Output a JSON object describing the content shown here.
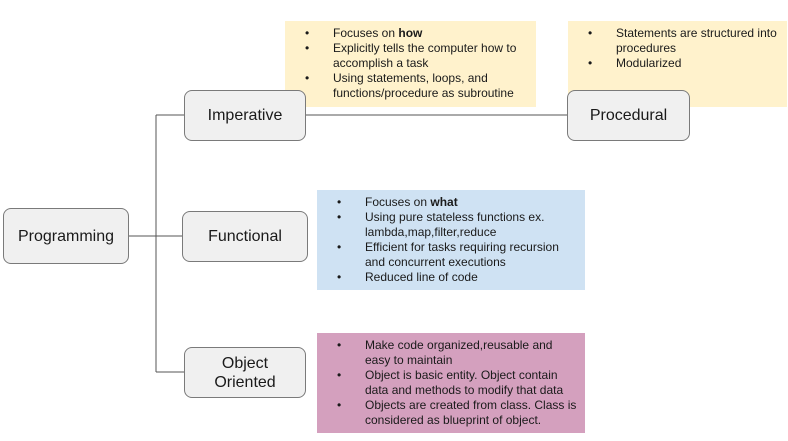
{
  "nodes": {
    "root": "Programming",
    "imperative": "Imperative",
    "procedural": "Procedural",
    "functional": "Functional",
    "object_oriented_line1": "Object",
    "object_oriented_line2": "Oriented"
  },
  "notes": {
    "imperative": [
      {
        "text": "Focuses on ",
        "bold": "how"
      },
      {
        "text": "Explicitly tells the computer how to accomplish a task"
      },
      {
        "text": "Using statements, loops, and functions/procedure as subroutine"
      }
    ],
    "procedural": [
      {
        "text": "Statements are structured into procedures"
      },
      {
        "text": "Modularized"
      }
    ],
    "functional": [
      {
        "text": "Focuses on ",
        "bold": "what"
      },
      {
        "text": "Using pure stateless functions ex. lambda,map,filter,reduce"
      },
      {
        "text": "Efficient for tasks requiring recursion and concurrent executions"
      },
      {
        "text": "Reduced line of code"
      }
    ],
    "object_oriented": [
      {
        "text": "Make code organized,reusable and easy to maintain"
      },
      {
        "text": "Object is basic entity. Object contain data and methods to modify that data"
      },
      {
        "text": "Objects are created from class. Class is considered as blueprint of object."
      }
    ]
  },
  "colors": {
    "node_fill": "#f0f0f0",
    "node_border": "#7a7a7a",
    "connector": "#555555",
    "note_yellow": "#fff2cc",
    "note_blue": "#cfe2f3",
    "note_pink": "#d4a0be"
  }
}
